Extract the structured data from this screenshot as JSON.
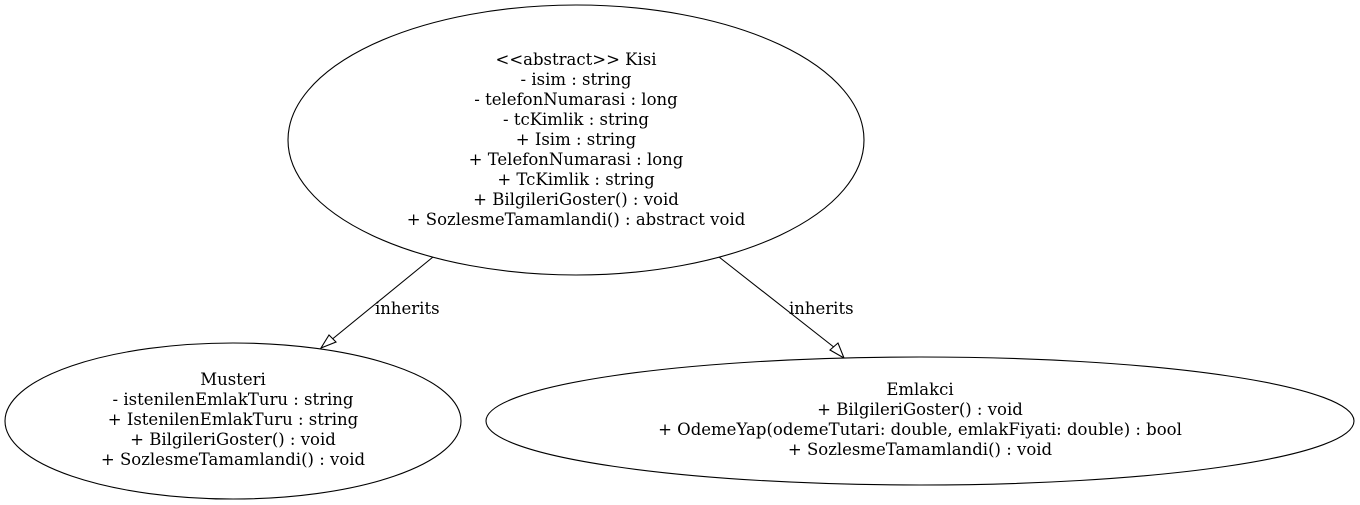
{
  "nodes": {
    "kisi": {
      "lines": [
        "<<abstract>> Kisi",
        "- isim : string",
        "- telefonNumarasi : long",
        "- tcKimlik : string",
        "+ Isim : string",
        "+ TelefonNumarasi : long",
        "+ TcKimlik : string",
        "+ BilgileriGoster() : void",
        "+ SozlesmeTamamlandi() : abstract void"
      ]
    },
    "musteri": {
      "lines": [
        "Musteri",
        "- istenilenEmlakTuru : string",
        "+ IstenilenEmlakTuru : string",
        "+ BilgileriGoster() : void",
        "+ SozlesmeTamamlandi() : void"
      ]
    },
    "emlakci": {
      "lines": [
        "Emlakci",
        "+ BilgileriGoster() : void",
        "+ OdemeYap(odemeTutari: double, emlakFiyati: double) : bool",
        "+ SozlesmeTamamlandi() : void"
      ]
    }
  },
  "edges": {
    "kisi_musteri": {
      "label": "inherits"
    },
    "kisi_emlakci": {
      "label": "inherits"
    }
  }
}
